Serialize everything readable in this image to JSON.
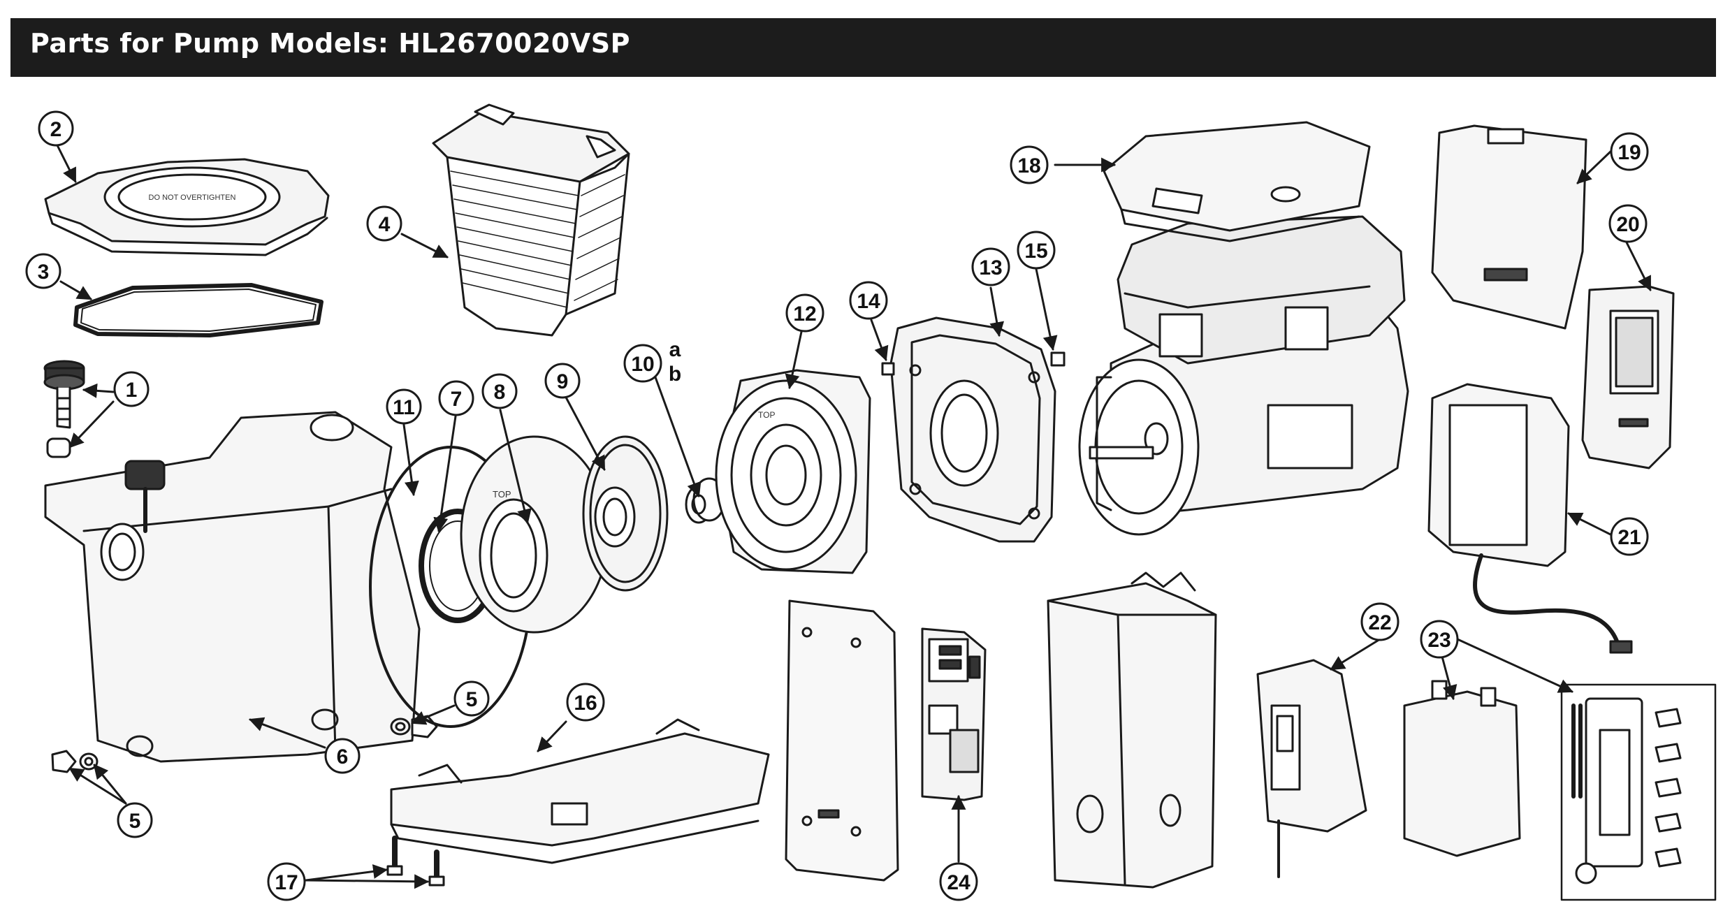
{
  "header": {
    "title": "Parts for Pump Models: HL2670020VSP"
  },
  "callouts": {
    "c1": "1",
    "c2": "2",
    "c3": "3",
    "c4": "4",
    "c5a": "5",
    "c5b": "5",
    "c6": "6",
    "c7": "7",
    "c8": "8",
    "c9": "9",
    "c10": "10",
    "c10a": "a",
    "c10b": "b",
    "c11": "11",
    "c12": "12",
    "c13": "13",
    "c14": "14",
    "c15": "15",
    "c16": "16",
    "c17": "17",
    "c18": "18",
    "c19": "19",
    "c20": "20",
    "c21": "21",
    "c22": "22",
    "c23": "23",
    "c24": "24"
  },
  "parts_text": {
    "lid_text": "DO NOT OVERTIGHTEN",
    "diffuser_label": "TOP",
    "seal_plate_label": "TOP"
  }
}
